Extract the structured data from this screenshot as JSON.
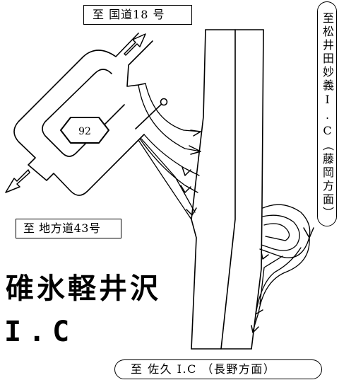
{
  "map": {
    "interchange_name": "碓氷軽井沢",
    "interchange_suffix": "I.C",
    "route_badge": "92",
    "destinations": {
      "top": "至 国道18 号",
      "left": "至 地方道43号",
      "bottom": "至 佐久 I.C （長野方面）",
      "right": "至松井田妙義I.C（藤岡方面）"
    },
    "colors": {
      "line": "#000000",
      "background": "#ffffff"
    }
  }
}
